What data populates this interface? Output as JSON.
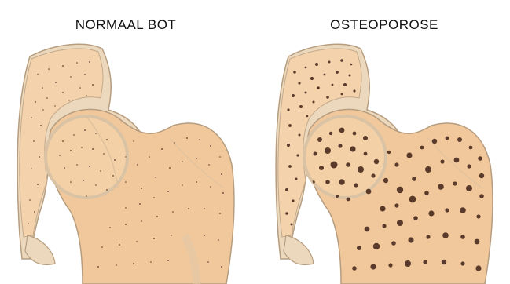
{
  "labels": {
    "normal": "NORMAAL BOT",
    "osteoporosis": "OSTEOPOROSE"
  },
  "colors": {
    "background": "#ffffff",
    "pelvis_fill": "#ecd9bd",
    "bone_fill": "#f1c89c",
    "bone_outline": "#b79d7f",
    "cartilage": "#e9dcc4",
    "pores": "#5a3a2a",
    "shadow": "#cdb89b"
  },
  "panels": [
    {
      "key": "normal",
      "pore_density": "low",
      "pore_size": "small"
    },
    {
      "key": "osteoporosis",
      "pore_density": "high",
      "pore_size": "large"
    }
  ]
}
